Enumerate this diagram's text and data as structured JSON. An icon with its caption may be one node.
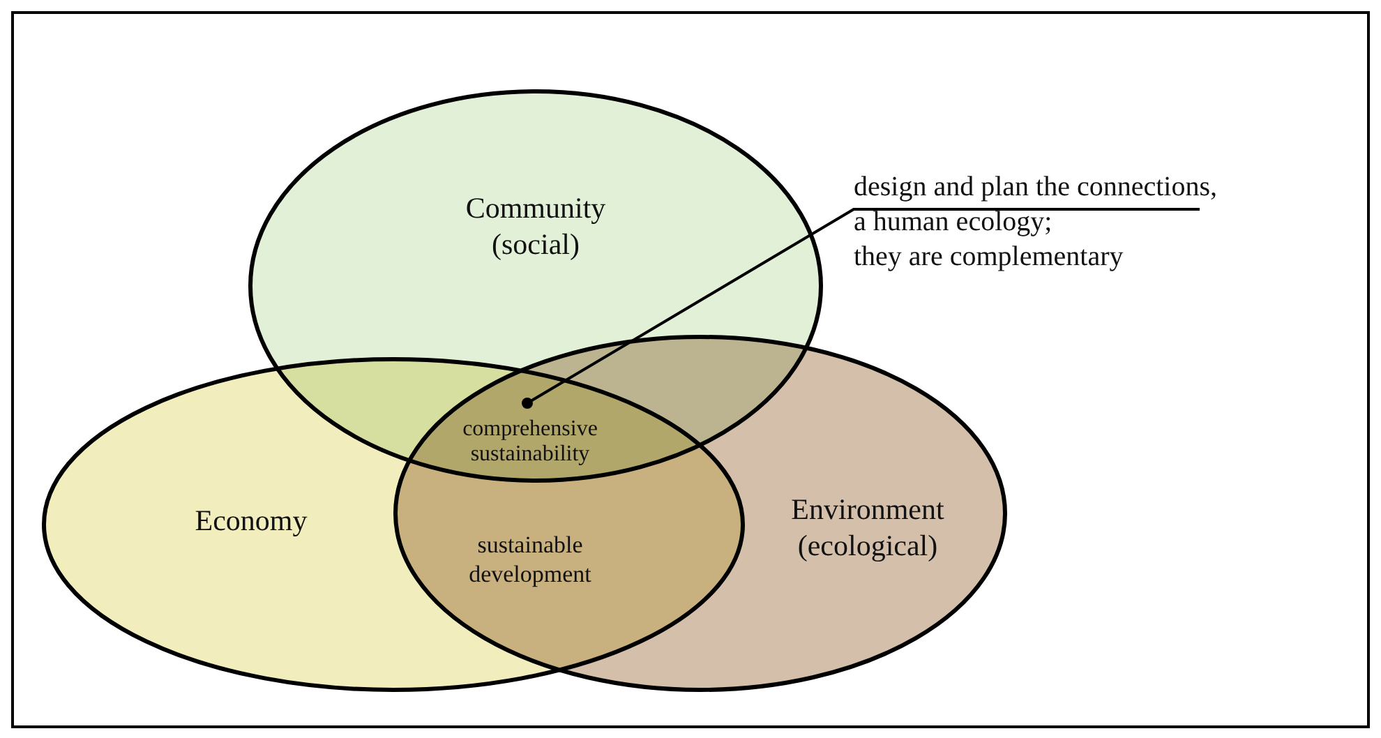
{
  "diagram": {
    "nodes": [
      {
        "text": [
          "Community (social)"
        ]
      },
      {
        "text": [
          "Economy"
        ]
      },
      {
        "text": [
          "Environment (ecological)"
        ]
      },
      {
        "text": [
          "comprehensive sustainability"
        ]
      },
      {
        "text": [
          "sustainable development"
        ]
      },
      {
        "text": [
          "design and plan the connections, a human ecology; they are complementary"
        ]
      }
    ],
    "edges": [
      {
        "from": 5,
        "to": 3,
        "arrow": "other"
      }
    ]
  }
}
